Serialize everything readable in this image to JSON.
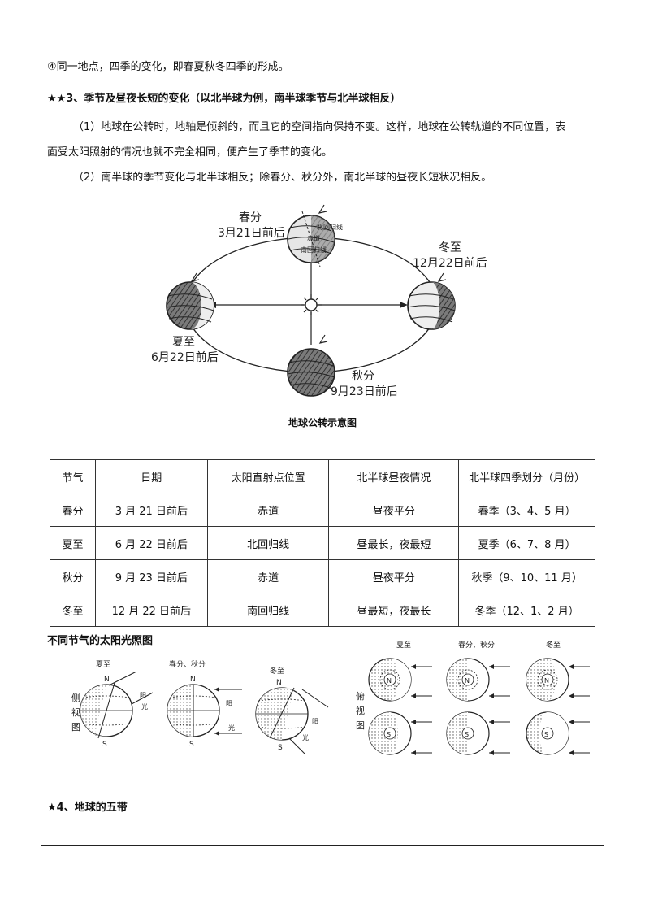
{
  "lines": {
    "l1": "④同一地点，四季的变化，即春夏秋冬四季的形成。",
    "heading3": "★★3、季节及昼夜长短的变化（以北半球为例，南半球季节与北半球相反）",
    "p1a": "（1）地球在公转时，地轴是倾斜的，而且它的空间指向保持不变。这样，地球在公转轨道的不同位置，表",
    "p1b": "面受太阳照射的情况也就不完全相同，便产生了季节的变化。",
    "p2": "（2）南半球的季节变化与北半球相反；除春分、秋分外，南北半球的昼夜长短状况相反。"
  },
  "orbit": {
    "spring_name": "春分",
    "spring_date": "3月21日前后",
    "summer_name": "夏至",
    "summer_date": "6月22日前后",
    "autumn_name": "秋分",
    "autumn_date": "9月23日前后",
    "winter_name": "冬至",
    "winter_date": "12月22日前后",
    "globe_label_1": "北回归线",
    "globe_label_2": "赤道",
    "globe_label_3": "南回归线",
    "caption": "地球公转示意图"
  },
  "table": {
    "headers": [
      "节气",
      "日期",
      "太阳直射点位置",
      "北半球昼夜情况",
      "北半球四季划分（月份）"
    ],
    "rows": [
      [
        "春分",
        "3 月 21 日前后",
        "赤道",
        "昼夜平分",
        "春季（3、4、5 月）"
      ],
      [
        "夏至",
        "6 月 22 日前后",
        "北回归线",
        "昼最长，夜最短",
        "夏季（6、7、8 月）"
      ],
      [
        "秋分",
        "9 月 23 日前后",
        "赤道",
        "昼夜平分",
        "秋季（9、10、11 月）"
      ],
      [
        "冬至",
        "12 月 22 日前后",
        "南回归线",
        "昼最短，夜最长",
        "冬季（12、1、2 月）"
      ]
    ]
  },
  "sunlight": {
    "title": "不同节气的太阳光照图",
    "side_view": [
      "侧",
      "视",
      "图"
    ],
    "top_view": [
      "俯",
      "视",
      "图"
    ],
    "summer": "夏至",
    "equinox": "春分、秋分",
    "winter": "冬至",
    "light_a": "阳",
    "light_b": "光",
    "north": "N",
    "south": "S"
  },
  "heading4": "★4、地球的五带"
}
